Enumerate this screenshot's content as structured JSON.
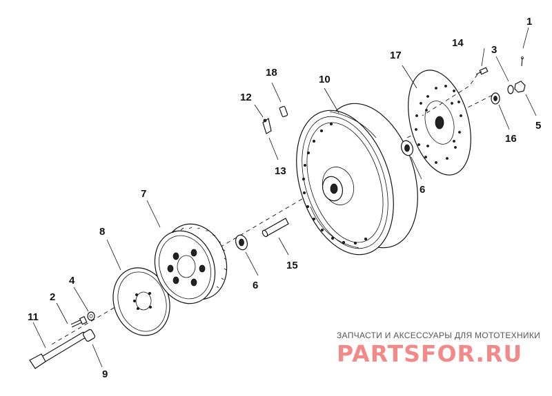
{
  "callouts": {
    "n1": "1",
    "n2": "2",
    "n3": "3",
    "n4": "4",
    "n5": "5",
    "n6a": "6",
    "n6b": "6",
    "n7": "7",
    "n8": "8",
    "n9": "9",
    "n10": "10",
    "n11": "11",
    "n12": "12",
    "n13": "13",
    "n14": "14",
    "n15": "15",
    "n16": "16",
    "n17": "17",
    "n18": "18"
  },
  "watermark": {
    "tagline": "ЗАПЧАСТИ И АКСЕССУАРЫ ДЛЯ МОТОТЕХНИКИ",
    "logo": "PARTSFOR.RU"
  }
}
